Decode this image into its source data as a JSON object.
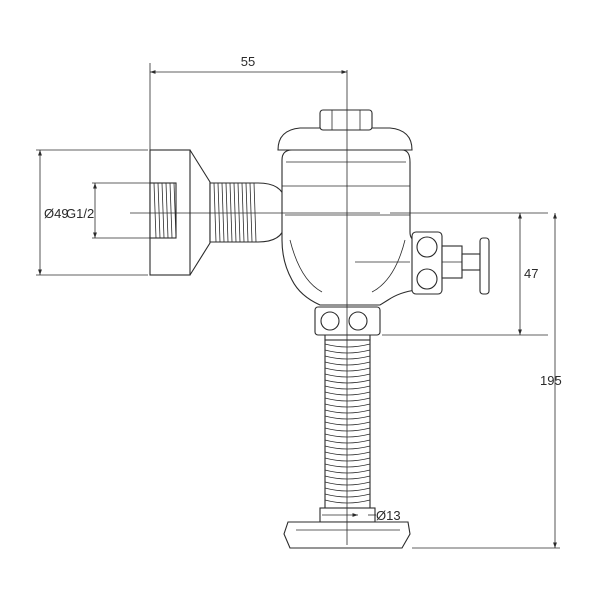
{
  "dimensions": {
    "width_top": "55",
    "diameter_outer": "Ø49",
    "thread": "G1/2",
    "height_side": "47",
    "height_total": "195",
    "diameter_pipe": "Ø13"
  }
}
